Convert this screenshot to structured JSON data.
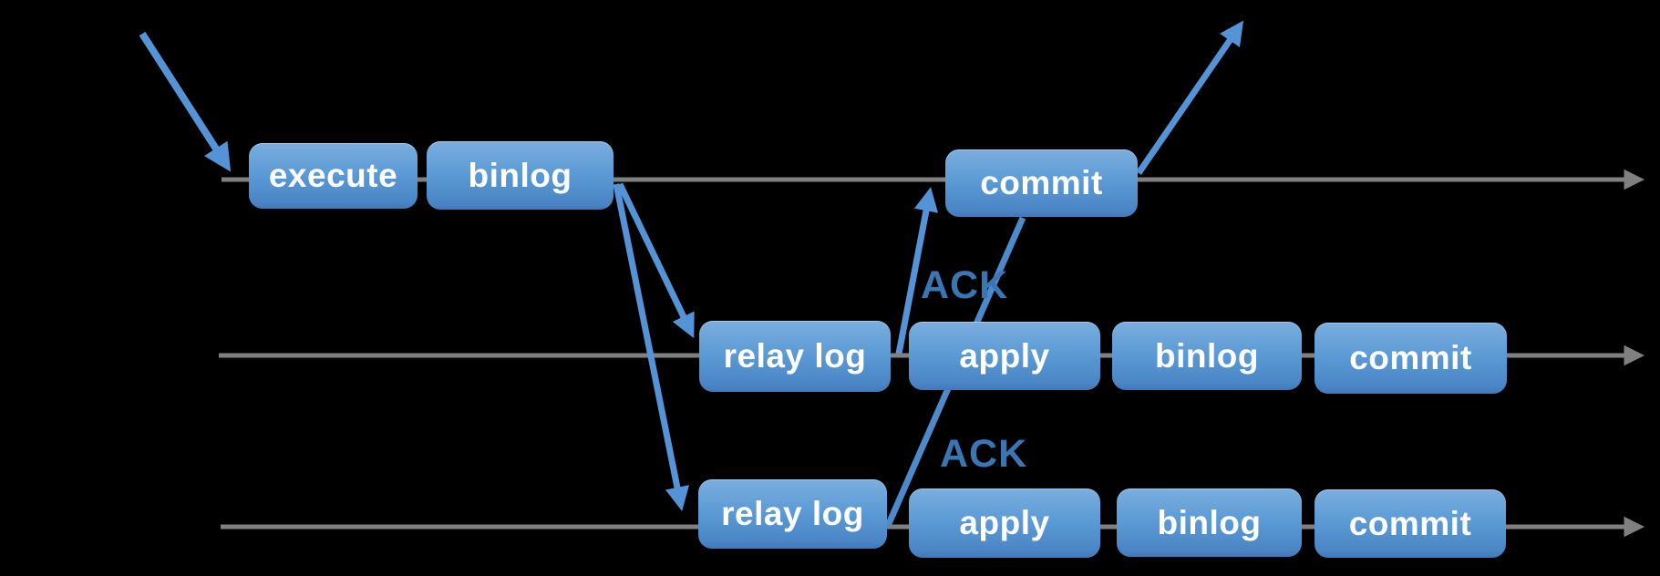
{
  "colors": {
    "background": "#000000",
    "box_gradient_top": "#7aaede",
    "box_blue": "#5b9ad5",
    "box_gradient_bottom": "#4378b9",
    "box_text": "#ffffff",
    "arrow_blue": "#5494d6",
    "timeline_gray": "#808080",
    "ack_text_blue": "#3a76b4"
  },
  "rows": [
    {
      "boxes": [
        {
          "label": "execute"
        },
        {
          "label": "binlog"
        },
        {
          "label": "commit"
        }
      ]
    },
    {
      "boxes": [
        {
          "label": "relay log"
        },
        {
          "label": "apply"
        },
        {
          "label": "binlog"
        },
        {
          "label": "commit"
        }
      ]
    },
    {
      "boxes": [
        {
          "label": "relay log"
        },
        {
          "label": "apply"
        },
        {
          "label": "binlog"
        },
        {
          "label": "commit"
        }
      ]
    }
  ],
  "ack_labels": [
    {
      "text": "ACK"
    },
    {
      "text": "ACK"
    }
  ]
}
